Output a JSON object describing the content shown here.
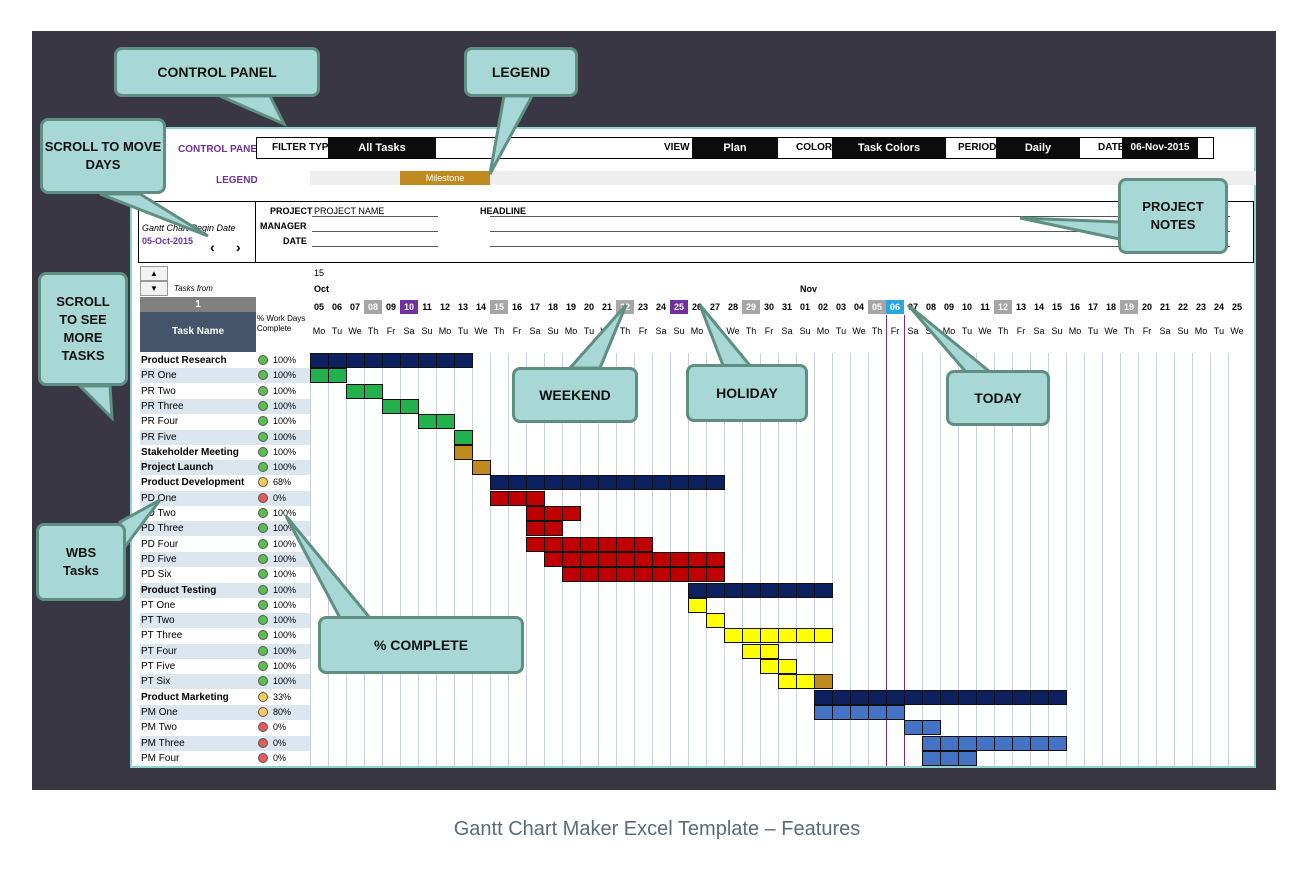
{
  "caption": "Gantt Chart Maker Excel Template – Features",
  "control_panel": {
    "label": "CONTROL PANEL",
    "filter_type_label": "FILTER TYPE",
    "filter_type_value": "All Tasks",
    "view_label": "VIEW",
    "view_value": "Plan",
    "colors_label": "COLORS",
    "colors_value": "Task Colors",
    "period_label": "PERIOD",
    "period_value": "Daily",
    "date_label": "DATE",
    "date_value": "06-Nov-2015"
  },
  "legend": {
    "label": "LEGEND",
    "milestone": "Milestone",
    "milestone_color": "#c08a1e"
  },
  "project": {
    "start_label": "Gantt Chart Begin Date",
    "start_value": "05-Oct-2015",
    "prev_icon": "chevron-left-icon",
    "next_icon": "chevron-right-icon",
    "project_label": "PROJECT",
    "project_value": "PROJECT NAME",
    "manager_label": "MANAGER",
    "date_label": "DATE",
    "headline_label": "HEADLINE"
  },
  "task_scroll": {
    "up_icon": "triangle-up-icon",
    "down_icon": "triangle-down-icon",
    "tasks_from_label": "Tasks from",
    "tasks_from_value": "1"
  },
  "header": {
    "year": "15",
    "month_oct": "Oct",
    "month_nov": "Nov",
    "task_name": "Task Name",
    "pct_header": "% Work Days Complete"
  },
  "days": [
    {
      "num": "05",
      "name": "Mo",
      "type": "normal"
    },
    {
      "num": "06",
      "name": "Tu",
      "type": "normal"
    },
    {
      "num": "07",
      "name": "We",
      "type": "normal"
    },
    {
      "num": "08",
      "name": "Th",
      "type": "weekend"
    },
    {
      "num": "09",
      "name": "Fr",
      "type": "normal"
    },
    {
      "num": "10",
      "name": "Sa",
      "type": "holiday"
    },
    {
      "num": "11",
      "name": "Su",
      "type": "normal"
    },
    {
      "num": "12",
      "name": "Mo",
      "type": "normal"
    },
    {
      "num": "13",
      "name": "Tu",
      "type": "normal"
    },
    {
      "num": "14",
      "name": "We",
      "type": "normal"
    },
    {
      "num": "15",
      "name": "Th",
      "type": "weekend"
    },
    {
      "num": "16",
      "name": "Fr",
      "type": "normal"
    },
    {
      "num": "17",
      "name": "Sa",
      "type": "normal"
    },
    {
      "num": "18",
      "name": "Su",
      "type": "normal"
    },
    {
      "num": "19",
      "name": "Mo",
      "type": "normal"
    },
    {
      "num": "20",
      "name": "Tu",
      "type": "normal"
    },
    {
      "num": "21",
      "name": "We",
      "type": "normal"
    },
    {
      "num": "22",
      "name": "Th",
      "type": "weekend"
    },
    {
      "num": "23",
      "name": "Fr",
      "type": "normal"
    },
    {
      "num": "24",
      "name": "Sa",
      "type": "normal"
    },
    {
      "num": "25",
      "name": "Su",
      "type": "holiday"
    },
    {
      "num": "26",
      "name": "Mo",
      "type": "normal"
    },
    {
      "num": "27",
      "name": "Tu",
      "type": "normal"
    },
    {
      "num": "28",
      "name": "We",
      "type": "normal"
    },
    {
      "num": "29",
      "name": "Th",
      "type": "weekend"
    },
    {
      "num": "30",
      "name": "Fr",
      "type": "normal"
    },
    {
      "num": "31",
      "name": "Sa",
      "type": "normal"
    },
    {
      "num": "01",
      "name": "Su",
      "type": "normal"
    },
    {
      "num": "02",
      "name": "Mo",
      "type": "normal"
    },
    {
      "num": "03",
      "name": "Tu",
      "type": "normal"
    },
    {
      "num": "04",
      "name": "We",
      "type": "normal"
    },
    {
      "num": "05",
      "name": "Th",
      "type": "weekend"
    },
    {
      "num": "06",
      "name": "Fr",
      "type": "today"
    },
    {
      "num": "07",
      "name": "Sa",
      "type": "normal"
    },
    {
      "num": "08",
      "name": "Su",
      "type": "normal"
    },
    {
      "num": "09",
      "name": "Mo",
      "type": "normal"
    },
    {
      "num": "10",
      "name": "Tu",
      "type": "normal"
    },
    {
      "num": "11",
      "name": "We",
      "type": "normal"
    },
    {
      "num": "12",
      "name": "Th",
      "type": "weekend"
    },
    {
      "num": "13",
      "name": "Fr",
      "type": "normal"
    },
    {
      "num": "14",
      "name": "Sa",
      "type": "normal"
    },
    {
      "num": "15",
      "name": "Su",
      "type": "normal"
    },
    {
      "num": "16",
      "name": "Mo",
      "type": "normal"
    },
    {
      "num": "17",
      "name": "Tu",
      "type": "normal"
    },
    {
      "num": "18",
      "name": "We",
      "type": "normal"
    },
    {
      "num": "19",
      "name": "Th",
      "type": "weekend"
    },
    {
      "num": "20",
      "name": "Fr",
      "type": "normal"
    },
    {
      "num": "21",
      "name": "Sa",
      "type": "normal"
    },
    {
      "num": "22",
      "name": "Su",
      "type": "normal"
    },
    {
      "num": "23",
      "name": "Mo",
      "type": "normal"
    },
    {
      "num": "24",
      "name": "Tu",
      "type": "normal"
    },
    {
      "num": "25",
      "name": "We",
      "type": "normal"
    }
  ],
  "colors": {
    "summary": "#0d2160",
    "research": "#22b14c",
    "milestone": "#c08a1e",
    "development": "#c00000",
    "testing": "#ffff00",
    "marketing": "#4472c4",
    "weekend": "#a6a6a6",
    "holiday": "#7030a0",
    "today": "#2aa7e0",
    "green_dot": "#5bbf4e",
    "yellow_dot": "#f8c95a",
    "red_dot": "#e85a5a"
  },
  "tasks": [
    {
      "name": "Product Research",
      "bold": true,
      "pct": "100%",
      "status": "green",
      "start": 0,
      "length": 9,
      "color": "summary"
    },
    {
      "name": "PR One",
      "bold": false,
      "pct": "100%",
      "status": "green",
      "start": 0,
      "length": 2,
      "color": "research"
    },
    {
      "name": "PR Two",
      "bold": false,
      "pct": "100%",
      "status": "green",
      "start": 2,
      "length": 2,
      "color": "research"
    },
    {
      "name": "PR Three",
      "bold": false,
      "pct": "100%",
      "status": "green",
      "start": 4,
      "length": 2,
      "color": "research"
    },
    {
      "name": "PR Four",
      "bold": false,
      "pct": "100%",
      "status": "green",
      "start": 6,
      "length": 2,
      "color": "research"
    },
    {
      "name": "PR Five",
      "bold": false,
      "pct": "100%",
      "status": "green",
      "start": 8,
      "length": 1,
      "color": "research"
    },
    {
      "name": "Stakeholder Meeting",
      "bold": true,
      "pct": "100%",
      "status": "green",
      "start": 8,
      "length": 1,
      "color": "milestone"
    },
    {
      "name": "Project Launch",
      "bold": true,
      "pct": "100%",
      "status": "green",
      "start": 9,
      "length": 1,
      "color": "milestone"
    },
    {
      "name": "Product Development",
      "bold": true,
      "pct": "68%",
      "status": "yellow",
      "start": 10,
      "length": 13,
      "color": "summary"
    },
    {
      "name": "PD One",
      "bold": false,
      "pct": "0%",
      "status": "red",
      "start": 10,
      "length": 3,
      "color": "development"
    },
    {
      "name": "PD Two",
      "bold": false,
      "pct": "100%",
      "status": "green",
      "start": 12,
      "length": 3,
      "color": "development"
    },
    {
      "name": "PD Three",
      "bold": false,
      "pct": "100%",
      "status": "green",
      "start": 12,
      "length": 2,
      "color": "development"
    },
    {
      "name": "PD Four",
      "bold": false,
      "pct": "100%",
      "status": "green",
      "start": 12,
      "length": 7,
      "color": "development"
    },
    {
      "name": "PD Five",
      "bold": false,
      "pct": "100%",
      "status": "green",
      "start": 13,
      "length": 10,
      "color": "development"
    },
    {
      "name": "PD Six",
      "bold": false,
      "pct": "100%",
      "status": "green",
      "start": 14,
      "length": 9,
      "color": "development"
    },
    {
      "name": "Product Testing",
      "bold": true,
      "pct": "100%",
      "status": "green",
      "start": 21,
      "length": 8,
      "color": "summary"
    },
    {
      "name": "PT One",
      "bold": false,
      "pct": "100%",
      "status": "green",
      "start": 21,
      "length": 1,
      "color": "testing"
    },
    {
      "name": "PT Two",
      "bold": false,
      "pct": "100%",
      "status": "green",
      "start": 22,
      "length": 1,
      "color": "testing"
    },
    {
      "name": "PT Three",
      "bold": false,
      "pct": "100%",
      "status": "green",
      "start": 23,
      "length": 6,
      "color": "testing"
    },
    {
      "name": "PT Four",
      "bold": false,
      "pct": "100%",
      "status": "green",
      "start": 24,
      "length": 2,
      "color": "testing"
    },
    {
      "name": "PT Five",
      "bold": false,
      "pct": "100%",
      "status": "green",
      "start": 25,
      "length": 2,
      "color": "testing"
    },
    {
      "name": "PT Six",
      "bold": false,
      "pct": "100%",
      "status": "green",
      "start": 26,
      "length": 2,
      "color": "testing"
    },
    {
      "name": "Product Marketing",
      "bold": true,
      "pct": "33%",
      "status": "yellow",
      "start": 28,
      "length": 14,
      "color": "summary"
    },
    {
      "name": "PM One",
      "bold": false,
      "pct": "80%",
      "status": "yellow",
      "start": 28,
      "length": 5,
      "color": "marketing"
    },
    {
      "name": "PM Two",
      "bold": false,
      "pct": "0%",
      "status": "red",
      "start": 33,
      "length": 2,
      "color": "marketing"
    },
    {
      "name": "PM Three",
      "bold": false,
      "pct": "0%",
      "status": "red",
      "start": 34,
      "length": 8,
      "color": "marketing"
    },
    {
      "name": "PM Four",
      "bold": false,
      "pct": "0%",
      "status": "red",
      "start": 34,
      "length": 3,
      "color": "marketing"
    }
  ],
  "milestone_tasks": [
    {
      "task": 21,
      "day": 28
    }
  ],
  "callouts": {
    "control_panel": "CONTROL PANEL",
    "legend": "LEGEND",
    "scroll_days": "SCROLL TO MOVE DAYS",
    "project_notes": "PROJECT NOTES",
    "scroll_tasks": "SCROLL TO SEE MORE TASKS",
    "weekend": "WEEKEND",
    "holiday": "HOLIDAY",
    "today": "TODAY",
    "wbs": "WBS Tasks",
    "complete": "% COMPLETE"
  }
}
